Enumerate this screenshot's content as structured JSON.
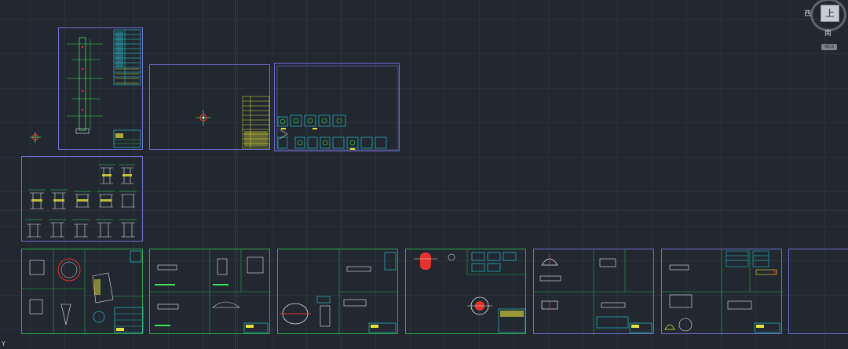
{
  "viewcube": {
    "face_label": "上",
    "west_label": "西",
    "south_label": "南",
    "wcs_label": "WCS"
  },
  "ucs": {
    "y_label": "Y"
  },
  "colors": {
    "background": "#212830",
    "sheet_border_blue": "#6f6fd0",
    "sheet_border_green": "#2fa84a",
    "drawing_green": "#3fe05a",
    "drawing_cyan": "#2ad6e6",
    "drawing_yellow": "#e6e33a",
    "drawing_red": "#e8322e",
    "drawing_white": "#e8e8e8"
  },
  "sheets": [
    {
      "id": "tower-elevation"
    },
    {
      "id": "nozzle-plan"
    },
    {
      "id": "detail-array"
    },
    {
      "id": "section-grid"
    },
    {
      "id": "bottom-1"
    },
    {
      "id": "bottom-2"
    },
    {
      "id": "bottom-3"
    },
    {
      "id": "bottom-4"
    },
    {
      "id": "bottom-5"
    },
    {
      "id": "bottom-6"
    },
    {
      "id": "bottom-7"
    }
  ]
}
